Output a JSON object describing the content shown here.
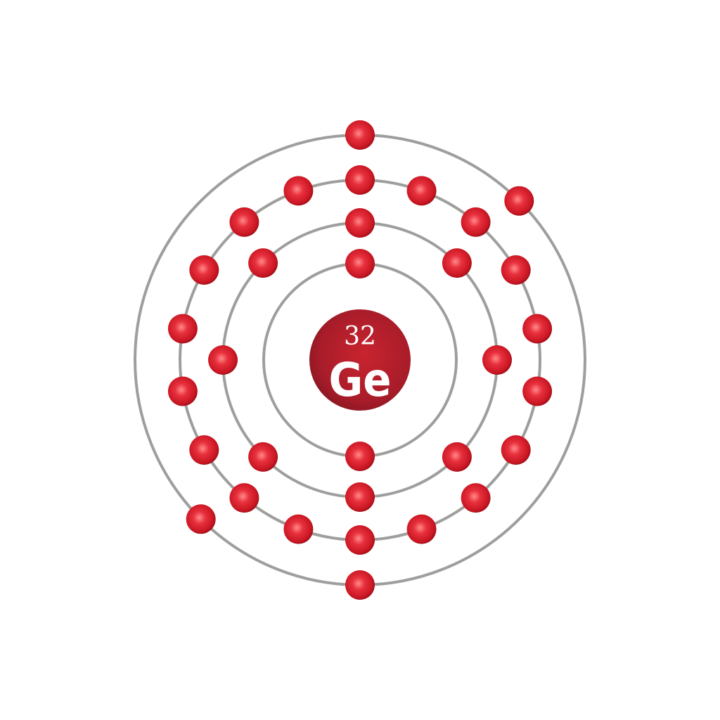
{
  "atom": {
    "atomic_number": "32",
    "symbol": "Ge"
  },
  "shells": [
    {
      "electrons": 2
    },
    {
      "electrons": 8
    },
    {
      "electrons": 18
    },
    {
      "electrons": 4
    }
  ],
  "colors": {
    "orbit": "#9e9e9c",
    "electron": "#d91f2c",
    "electron_highlight": "#ff8a8a",
    "electron_shadow": "#8c0a14",
    "nucleus": "#b21e2b",
    "nucleus_dark": "#7e1521",
    "nucleus_text": "#ffffff",
    "background": "#ffffff"
  }
}
